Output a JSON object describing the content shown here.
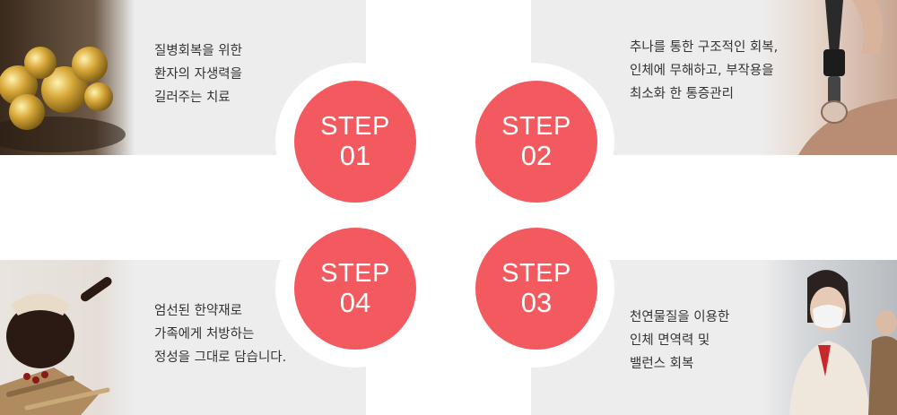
{
  "steps": [
    {
      "label": "STEP",
      "number": "01",
      "lines": [
        "질병회복을 위한",
        "환자의 자생력을",
        "길러주는 치료"
      ],
      "photo": "gold-pills-photo"
    },
    {
      "label": "STEP",
      "number": "02",
      "lines": [
        "추나를 통한 구조적인 회복,",
        "인체에 무해하고, 부작용을",
        "최소화 한 통증관리"
      ],
      "photo": "cupping-therapy-photo"
    },
    {
      "label": "STEP",
      "number": "03",
      "lines": [
        "천연물질을 이용한",
        "인체 면역력 및",
        "밸런스 회복"
      ],
      "photo": "masked-woman-photo"
    },
    {
      "label": "STEP",
      "number": "04",
      "lines": [
        "엄선된 한약재로",
        "가족에게 처방하는",
        "정성을 그대로 담습니다."
      ],
      "photo": "herbal-medicine-photo"
    }
  ],
  "colors": {
    "accent": "#f35a5f",
    "panel": "#ededed",
    "text": "#333333"
  }
}
